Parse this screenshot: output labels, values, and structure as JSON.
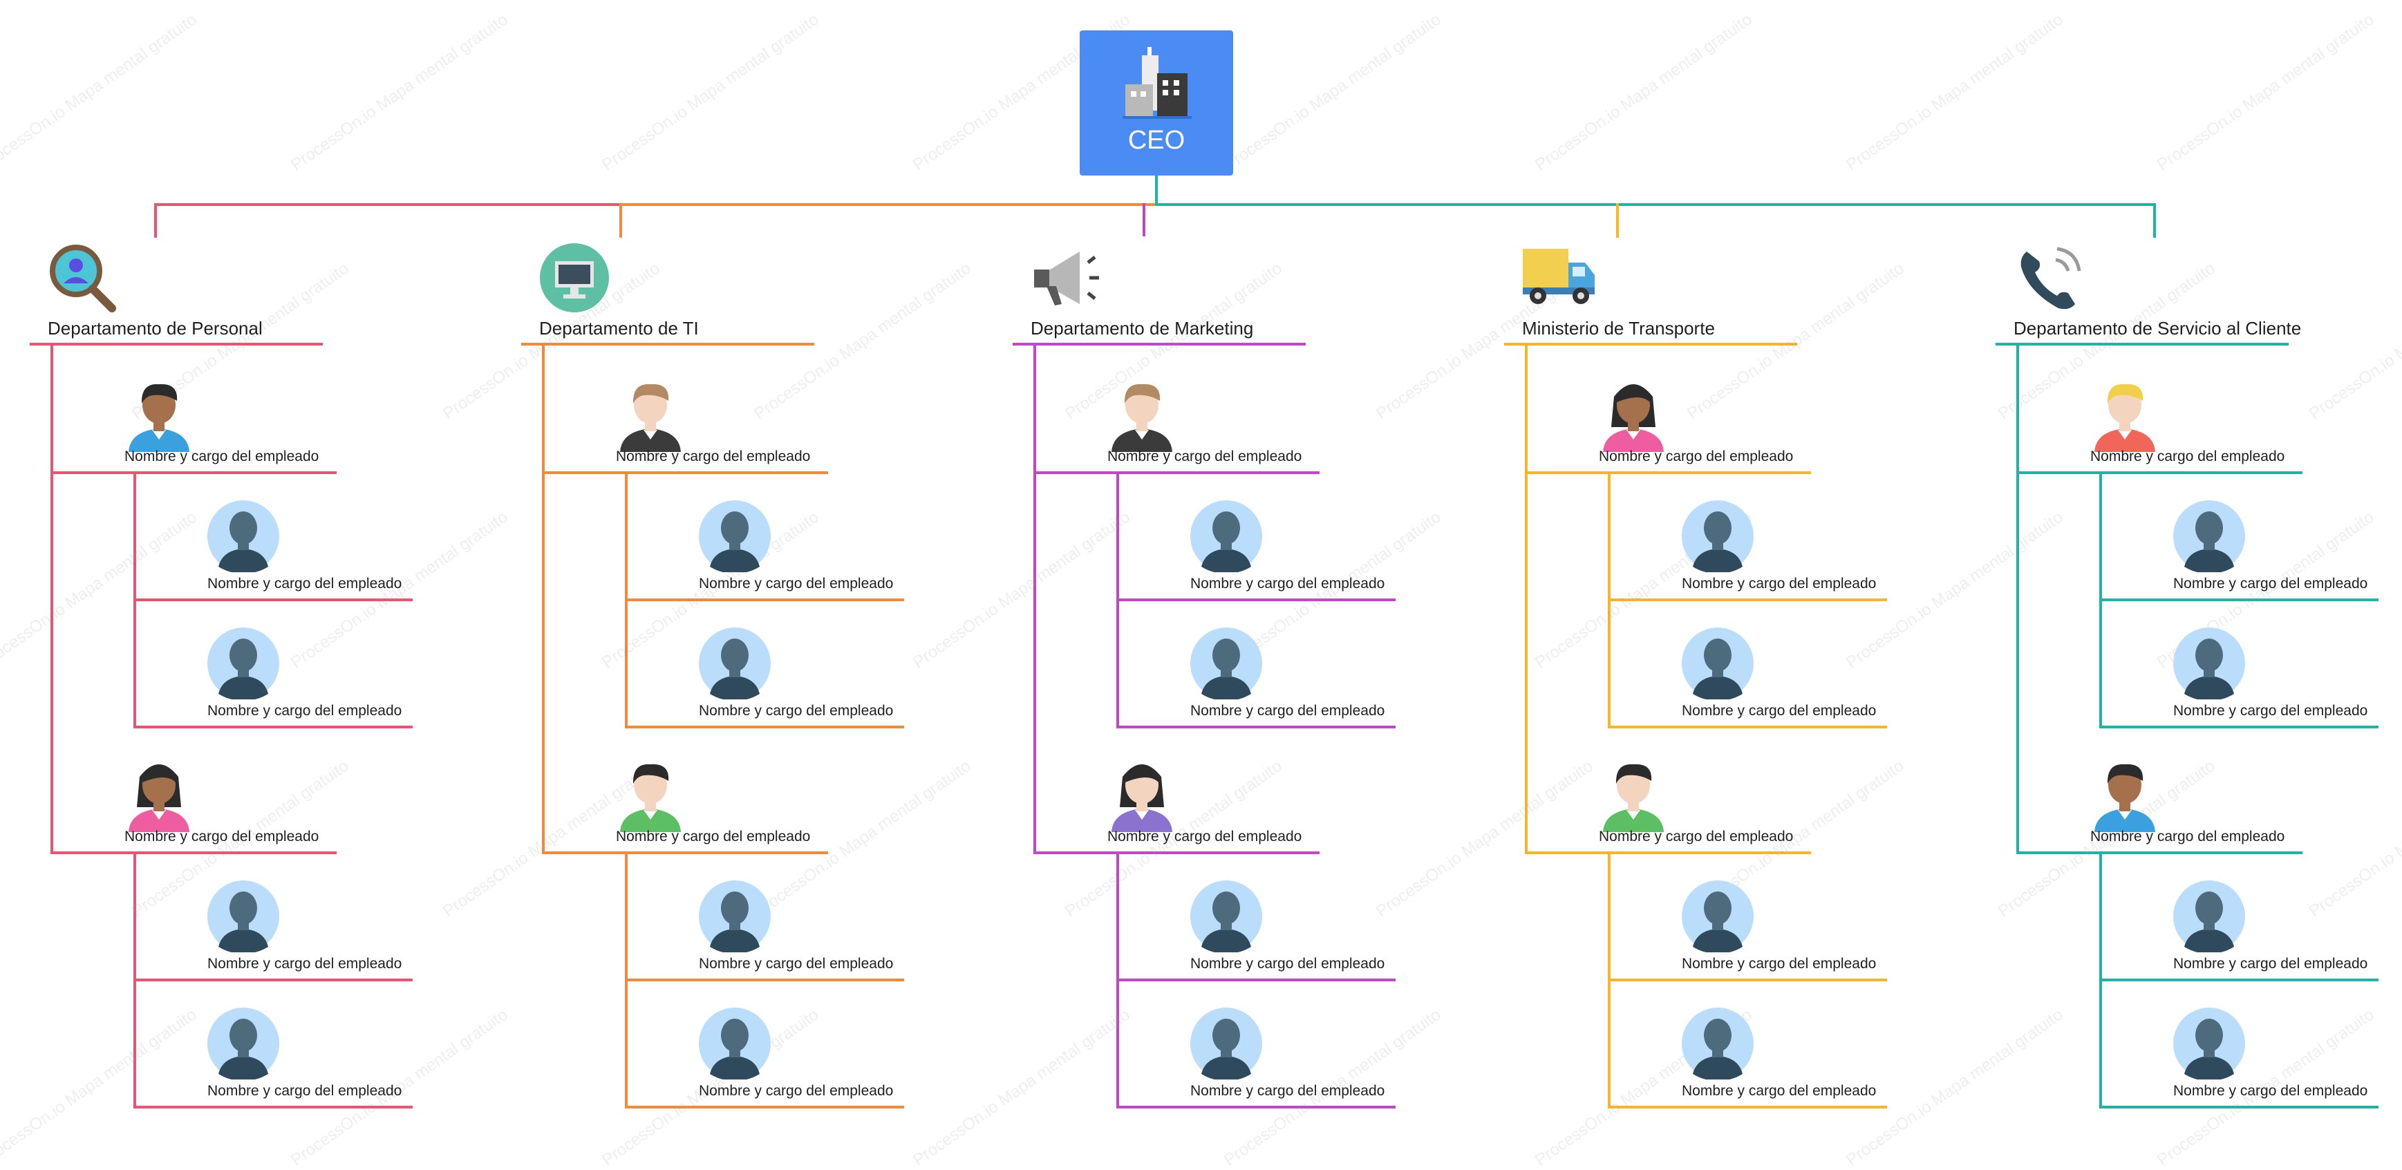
{
  "ceo": {
    "title": "CEO",
    "color": "#4a8cf3",
    "icon": "office-buildings-icon"
  },
  "watermark": "ProcessOn.io Mapa mental gratuito",
  "departments": [
    {
      "name": "Departamento de Personal",
      "color": "#ec5370",
      "icon": "magnifier-user-icon",
      "groups": [
        {
          "lead": {
            "label": "Nombre y cargo del empleado",
            "avatar": "man-dark-skin-blue-shirt"
          },
          "members": [
            {
              "label": "Nombre y cargo del empleado"
            },
            {
              "label": "Nombre y cargo del empleado"
            }
          ]
        },
        {
          "lead": {
            "label": "Nombre y cargo del empleado",
            "avatar": "woman-dark-skin-pink-shirt"
          },
          "members": [
            {
              "label": "Nombre y cargo del empleado"
            },
            {
              "label": "Nombre y cargo del empleado"
            }
          ]
        }
      ]
    },
    {
      "name": "Departamento de TI",
      "color": "#f28a3b",
      "icon": "computer-monitor-icon",
      "groups": [
        {
          "lead": {
            "label": "Nombre y cargo del empleado",
            "avatar": "man-light-skin-black-shirt"
          },
          "members": [
            {
              "label": "Nombre y cargo del empleado"
            },
            {
              "label": "Nombre y cargo del empleado"
            }
          ]
        },
        {
          "lead": {
            "label": "Nombre y cargo del empleado",
            "avatar": "man-light-skin-green-shirt"
          },
          "members": [
            {
              "label": "Nombre y cargo del empleado"
            },
            {
              "label": "Nombre y cargo del empleado"
            }
          ]
        }
      ]
    },
    {
      "name": "Departamento de Marketing",
      "color": "#c346c8",
      "icon": "megaphone-icon",
      "groups": [
        {
          "lead": {
            "label": "Nombre y cargo del empleado",
            "avatar": "man-light-skin-black-shirt"
          },
          "members": [
            {
              "label": "Nombre y cargo del empleado"
            },
            {
              "label": "Nombre y cargo del empleado"
            }
          ]
        },
        {
          "lead": {
            "label": "Nombre y cargo del empleado",
            "avatar": "woman-light-skin-purple-shirt"
          },
          "members": [
            {
              "label": "Nombre y cargo del empleado"
            },
            {
              "label": "Nombre y cargo del empleado"
            }
          ]
        }
      ]
    },
    {
      "name": "Ministerio de Transporte",
      "color": "#f7b52c",
      "icon": "delivery-truck-icon",
      "groups": [
        {
          "lead": {
            "label": "Nombre y cargo del empleado",
            "avatar": "woman-dark-skin-pink-shirt"
          },
          "members": [
            {
              "label": "Nombre y cargo del empleado"
            },
            {
              "label": "Nombre y cargo del empleado"
            }
          ]
        },
        {
          "lead": {
            "label": "Nombre y cargo del empleado",
            "avatar": "man-light-skin-green-shirt"
          },
          "members": [
            {
              "label": "Nombre y cargo del empleado"
            },
            {
              "label": "Nombre y cargo del empleado"
            }
          ]
        }
      ]
    },
    {
      "name": "Departamento de Servicio al Cliente",
      "color": "#1fb3a8",
      "icon": "telephone-icon",
      "groups": [
        {
          "lead": {
            "label": "Nombre y cargo del empleado",
            "avatar": "man-blond-red-shirt"
          },
          "members": [
            {
              "label": "Nombre y cargo del empleado"
            },
            {
              "label": "Nombre y cargo del empleado"
            }
          ]
        },
        {
          "lead": {
            "label": "Nombre y cargo del empleado",
            "avatar": "man-dark-skin-blue-shirt"
          },
          "members": [
            {
              "label": "Nombre y cargo del empleado"
            },
            {
              "label": "Nombre y cargo del empleado"
            }
          ]
        }
      ]
    }
  ]
}
